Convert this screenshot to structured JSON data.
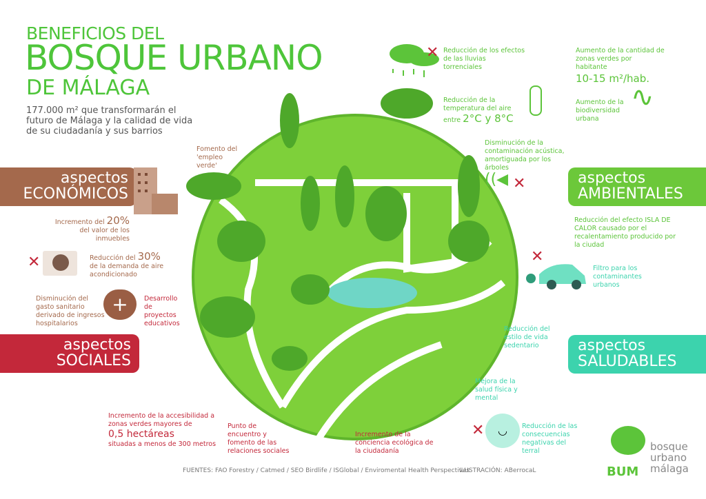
{
  "header": {
    "title_line1": "BENEFICIOS DEL",
    "title_line2": "BOSQUE URBANO",
    "title_line3": "DE MÁLAGA",
    "subtitle": "177.000 m² que transformarán el futuro de Málaga y la calidad de vida de su ciudadanía y sus barrios"
  },
  "colors": {
    "title": "#4ec53a",
    "economicos": "#a4694c",
    "sociales": "#c3283a",
    "ambientales": "#6cc83a",
    "saludables": "#3cd3ad"
  },
  "categories": {
    "economicos": {
      "line1": "aspectos",
      "line2": "ECONÓMICOS"
    },
    "sociales": {
      "line1": "aspectos",
      "line2": "SOCIALES"
    },
    "ambientales": {
      "line1": "aspectos",
      "line2": "AMBIENTALES"
    },
    "saludables": {
      "line1": "aspectos",
      "line2": "SALUDABLES"
    }
  },
  "economicos": {
    "empleo": "Fomento del 'empleo verde'",
    "inmuebles_pre": "Incremento del",
    "inmuebles_val": "20%",
    "inmuebles_post": "del valor de los inmuebles",
    "aire_pre": "Reducción del",
    "aire_val": "30%",
    "aire_post": "de la demanda de aire acondicionado",
    "sanitario": "Disminución del gasto sanitario derivado de ingresos hospitalarios"
  },
  "sociales": {
    "educativos": "Desarrollo de proyectos educativos",
    "accesibilidad_pre": "Incremento de la accesibilidad a zonas verdes mayores de",
    "accesibilidad_val": "0,5 hectáreas",
    "accesibilidad_post": "situadas a menos de 300 metros",
    "encuentro": "Punto de encuentro y fomento de las relaciones sociales",
    "conciencia": "Incremento de la conciencia ecológica de la ciudadanía"
  },
  "ambientales": {
    "lluvias": "Reducción de los efectos de las lluvias torrenciales",
    "temperatura_pre": "Reducción de la temperatura del aire entre",
    "temperatura_val": "2°C y 8°C",
    "zonas_pre": "Aumento de la cantidad de zonas verdes por habitante",
    "zonas_val": "10-15 m²/hab.",
    "biodiversidad": "Aumento de la biodiversidad urbana",
    "acustica": "Disminución de la contaminación acústica, amortiguada por los árboles",
    "isla": "Reducción del efecto ISLA DE CALOR causado por el recalentamiento producido por la ciudad"
  },
  "saludables": {
    "filtro": "Filtro para los contaminantes urbanos",
    "sedentario": "Reducción del estilo de vida sedentario",
    "salud": "Mejora de la salud física y mental",
    "terral": "Reducción de las consecuencias negativas del terral"
  },
  "footer": {
    "fuentes": "FUENTES: FAO Forestry / Catmed / SEO Birdlife / ISGlobal / Enviromental Health Perspectives",
    "ilustracion": "ILUSTRACIÓN: ABerrocaL"
  },
  "logo": {
    "mark": "BUM",
    "line1": "bosque",
    "line2": "urbano",
    "line3": "málaga"
  },
  "icons": [
    "cloud-rain-icon",
    "thermometer-icon",
    "lizard-icon",
    "speaker-muted-icon",
    "building-icon",
    "air-conditioner-icon",
    "heart-cross-icon",
    "car-icon",
    "smog-face-icon",
    "cross-mark-icon",
    "tree-logo-icon"
  ]
}
